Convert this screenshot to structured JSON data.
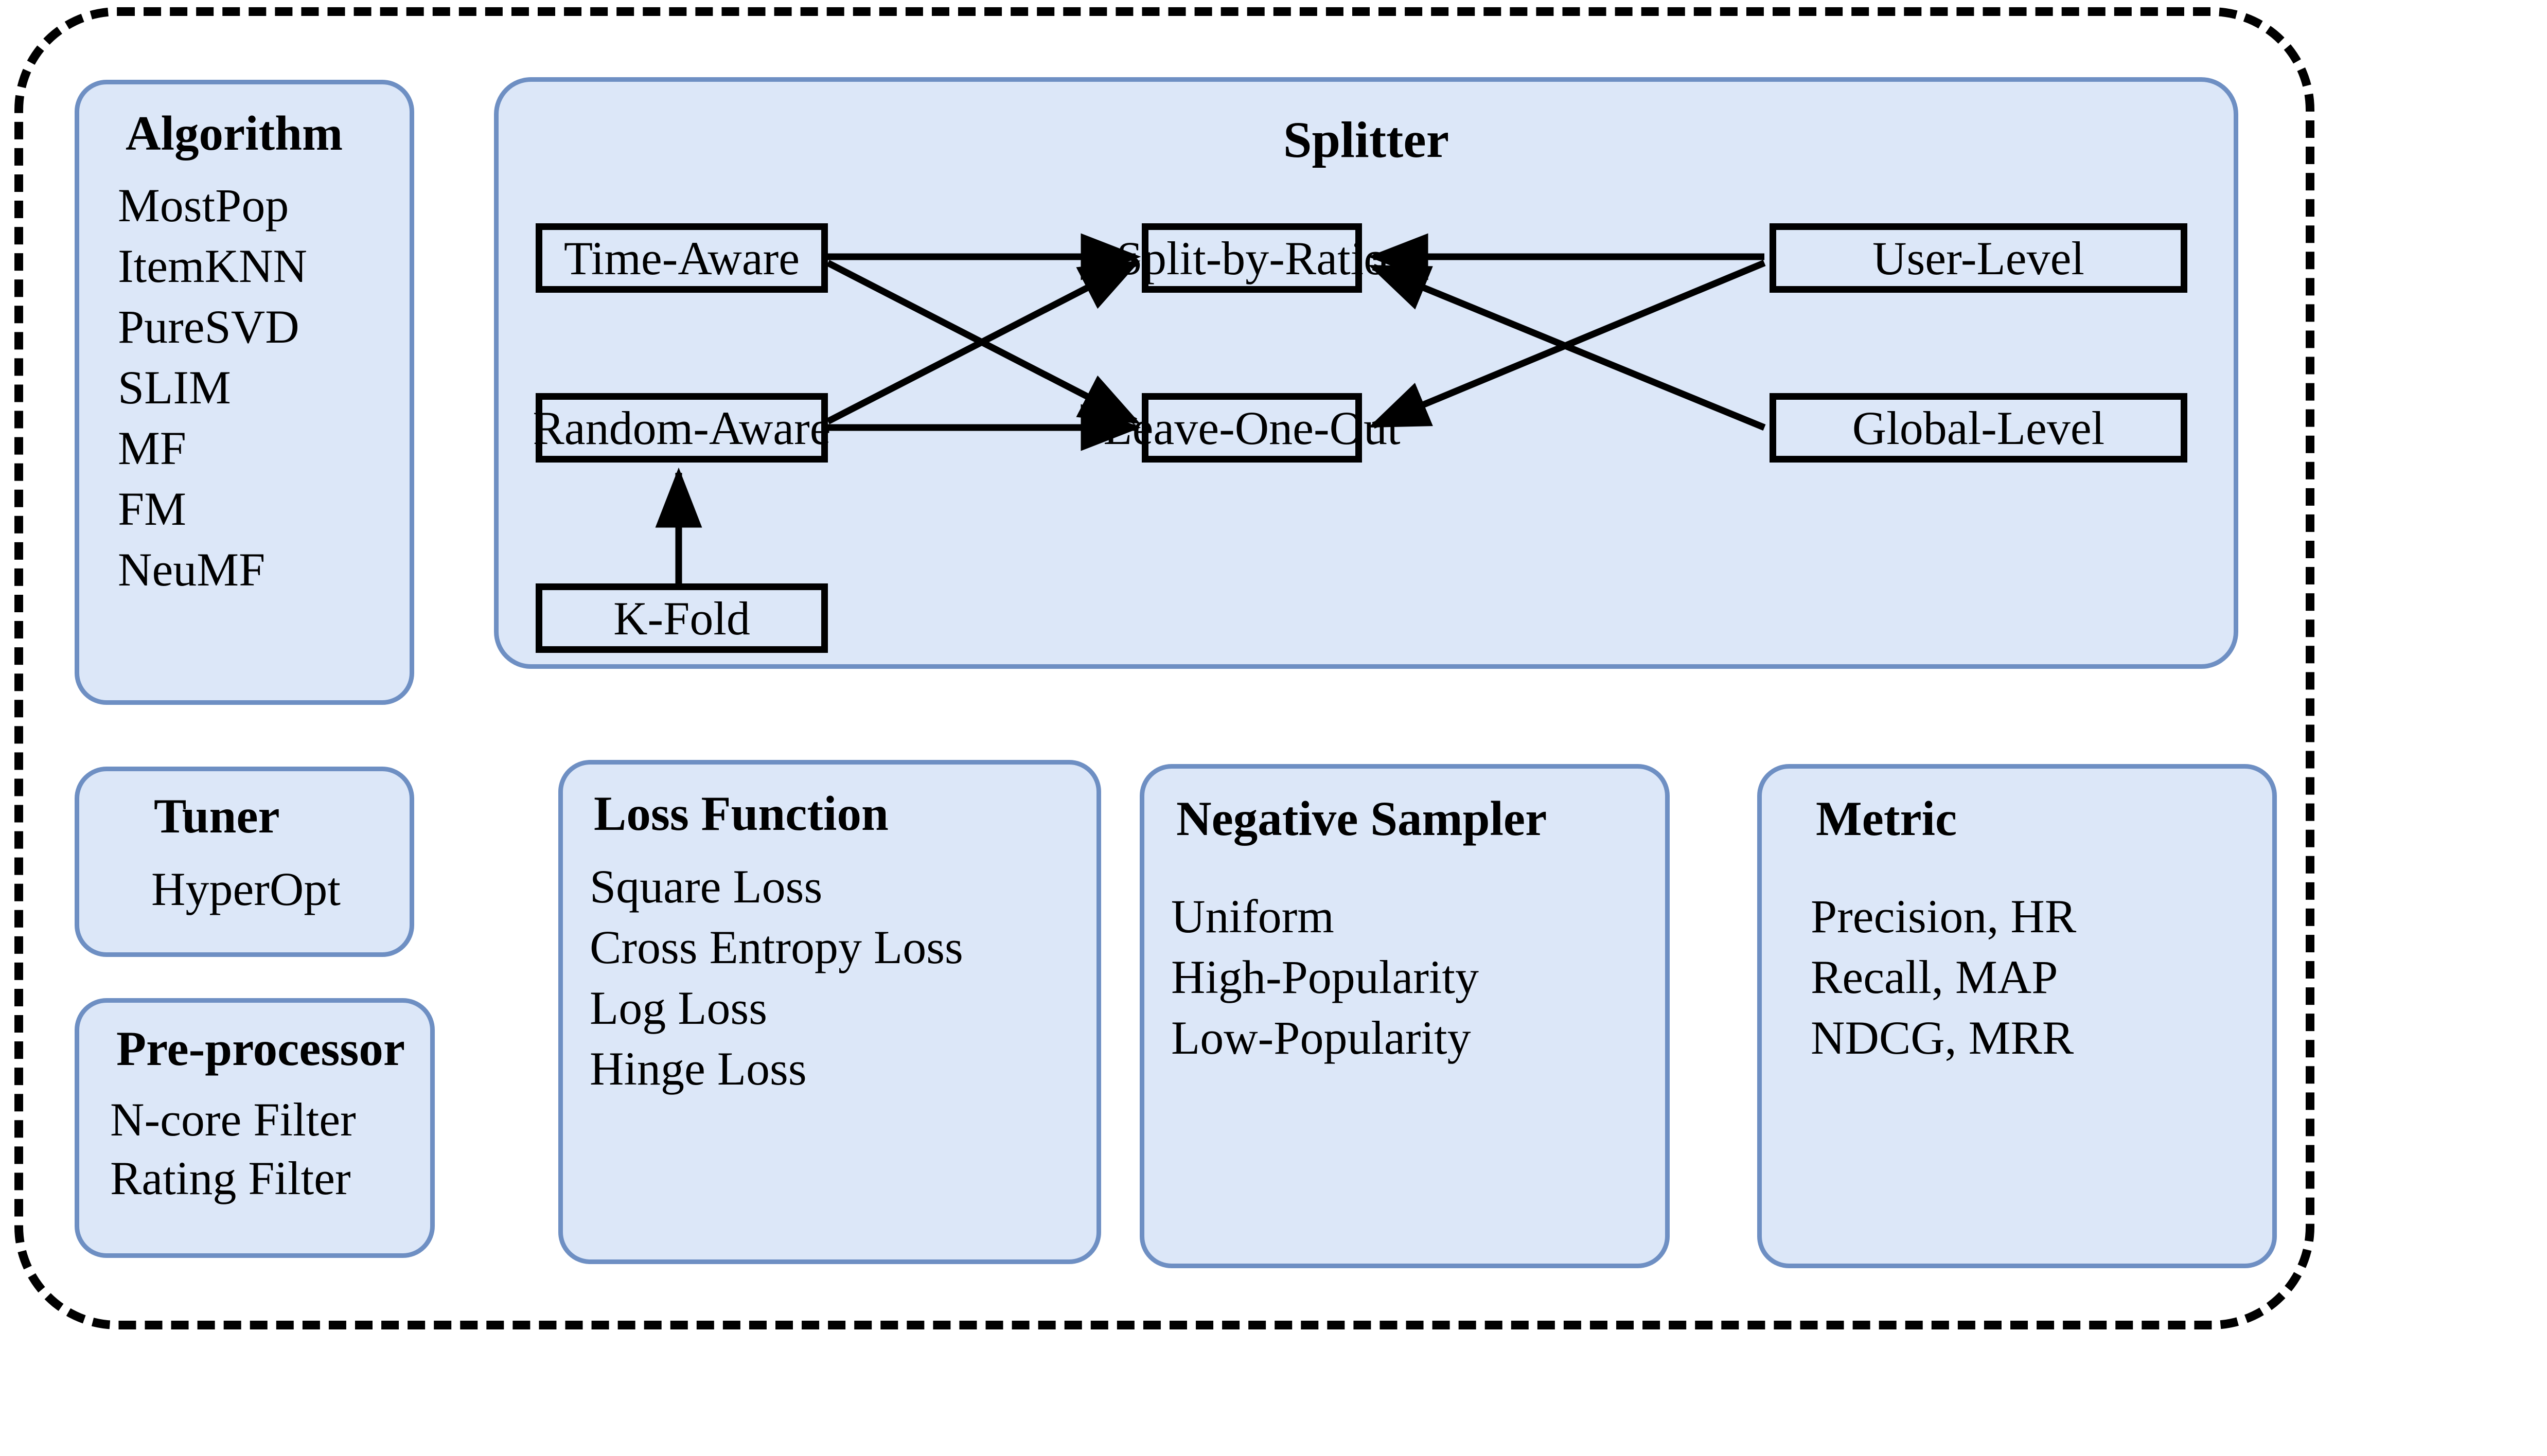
{
  "diagram": {
    "title_visible": false,
    "colors": {
      "panel_fill": "#dce7f8",
      "panel_border": "#6e8fc3",
      "node_border": "#000000",
      "frame_border": "#000000",
      "text": "#000000"
    }
  },
  "algorithm": {
    "title": "Algorithm",
    "items": [
      "MostPop",
      "ItemKNN",
      "PureSVD",
      "SLIM",
      "MF",
      "FM",
      "NeuMF"
    ]
  },
  "splitter": {
    "title": "Splitter",
    "nodes": [
      {
        "id": "time-aware",
        "label": "Time-Aware"
      },
      {
        "id": "random-aware",
        "label": "Random-Aware"
      },
      {
        "id": "k-fold",
        "label": "K-Fold"
      },
      {
        "id": "split-by-ratio",
        "label": "Split-by-Ratio"
      },
      {
        "id": "leave-one-out",
        "label": "Leave-One-Out"
      },
      {
        "id": "user-level",
        "label": "User-Level"
      },
      {
        "id": "global-level",
        "label": "Global-Level"
      }
    ],
    "edges": [
      {
        "from": "time-aware",
        "to": "split-by-ratio"
      },
      {
        "from": "time-aware",
        "to": "leave-one-out"
      },
      {
        "from": "random-aware",
        "to": "split-by-ratio"
      },
      {
        "from": "random-aware",
        "to": "leave-one-out"
      },
      {
        "from": "k-fold",
        "to": "random-aware"
      },
      {
        "from": "user-level",
        "to": "split-by-ratio"
      },
      {
        "from": "user-level",
        "to": "leave-one-out"
      },
      {
        "from": "global-level",
        "to": "split-by-ratio"
      }
    ]
  },
  "tuner": {
    "title": "Tuner",
    "items": [
      "HyperOpt"
    ]
  },
  "preprocessor": {
    "title": "Pre-processor",
    "items": [
      "N-core Filter",
      "Rating Filter"
    ]
  },
  "loss_function": {
    "title": "Loss Function",
    "items": [
      "Square Loss",
      "Cross Entropy Loss",
      "Log Loss",
      "Hinge Loss"
    ]
  },
  "negative_sampler": {
    "title": "Negative Sampler",
    "items": [
      "Uniform",
      "High-Popularity",
      "Low-Popularity"
    ]
  },
  "metric": {
    "title": "Metric",
    "items": [
      "Precision, HR",
      "Recall, MAP",
      "NDCG, MRR"
    ]
  }
}
